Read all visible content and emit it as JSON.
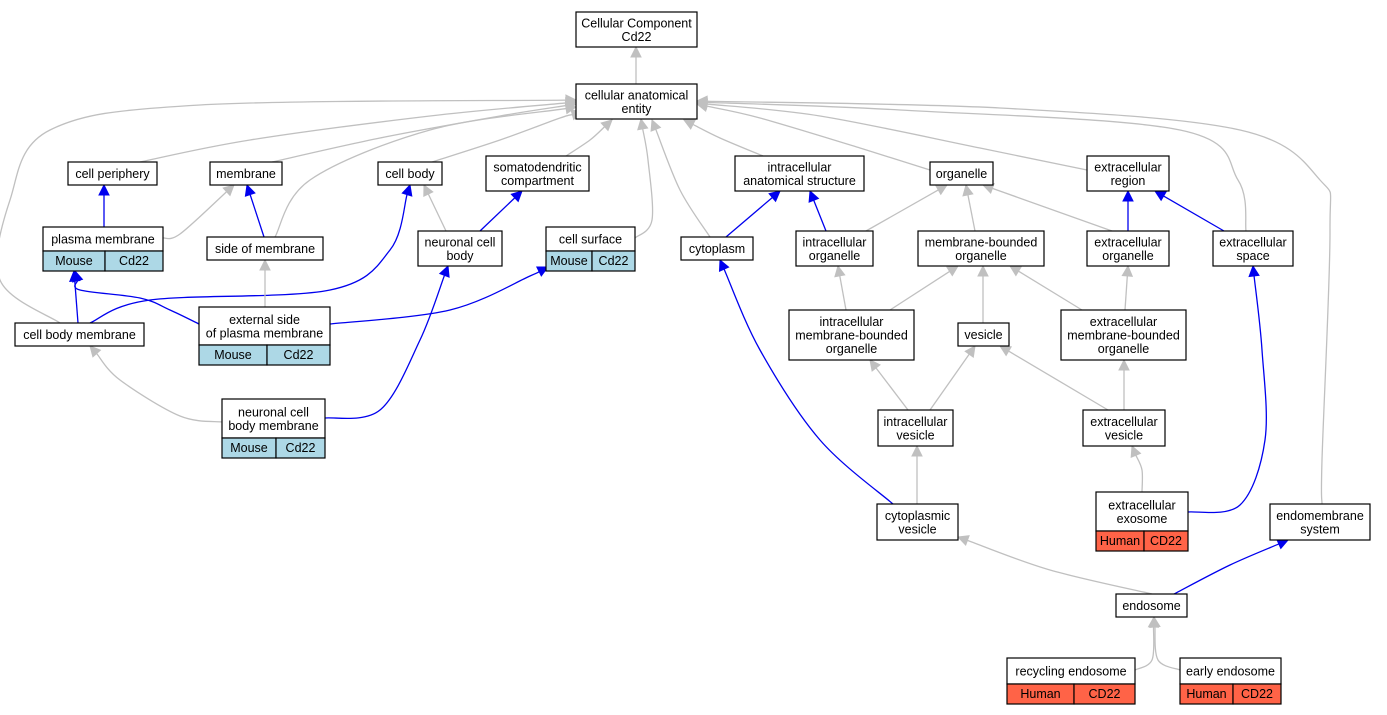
{
  "nodes": {
    "root": {
      "lines": [
        "Cellular Component",
        "Cd22"
      ]
    },
    "cae": {
      "lines": [
        "cellular anatomical",
        "entity"
      ]
    },
    "cell_periphery": {
      "lines": [
        "cell periphery"
      ]
    },
    "membrane": {
      "lines": [
        "membrane"
      ]
    },
    "cell_body": {
      "lines": [
        "cell body"
      ]
    },
    "somatodendritic": {
      "lines": [
        "somatodendritic",
        "compartment"
      ]
    },
    "ias": {
      "lines": [
        "intracellular",
        "anatomical structure"
      ]
    },
    "organelle": {
      "lines": [
        "organelle"
      ]
    },
    "ext_region": {
      "lines": [
        "extracellular",
        "region"
      ]
    },
    "plasma_membrane": {
      "lines": [
        "plasma membrane"
      ],
      "cells": [
        "Mouse",
        "Cd22"
      ]
    },
    "side_membrane": {
      "lines": [
        "side of membrane"
      ]
    },
    "neuronal_cell_body": {
      "lines": [
        "neuronal cell",
        "body"
      ]
    },
    "cell_surface": {
      "lines": [
        "cell surface"
      ],
      "cells": [
        "Mouse",
        "Cd22"
      ]
    },
    "cytoplasm": {
      "lines": [
        "cytoplasm"
      ]
    },
    "intra_organelle": {
      "lines": [
        "intracellular",
        "organelle"
      ]
    },
    "mb_organelle": {
      "lines": [
        "membrane-bounded",
        "organelle"
      ]
    },
    "ext_organelle": {
      "lines": [
        "extracellular",
        "organelle"
      ]
    },
    "ext_space": {
      "lines": [
        "extracellular",
        "space"
      ]
    },
    "cbm": {
      "lines": [
        "cell body membrane"
      ]
    },
    "ext_side_pm": {
      "lines": [
        "external side",
        "of plasma membrane"
      ],
      "cells": [
        "Mouse",
        "Cd22"
      ]
    },
    "intra_mbo": {
      "lines": [
        "intracellular",
        "membrane-bounded",
        "organelle"
      ]
    },
    "vesicle": {
      "lines": [
        "vesicle"
      ]
    },
    "ext_mbo": {
      "lines": [
        "extracellular",
        "membrane-bounded",
        "organelle"
      ]
    },
    "ncbm": {
      "lines": [
        "neuronal cell",
        "body membrane"
      ],
      "cells": [
        "Mouse",
        "Cd22"
      ]
    },
    "intra_vesicle": {
      "lines": [
        "intracellular",
        "vesicle"
      ]
    },
    "ext_vesicle": {
      "lines": [
        "extracellular",
        "vesicle"
      ]
    },
    "cyto_vesicle": {
      "lines": [
        "cytoplasmic",
        "vesicle"
      ]
    },
    "ext_exosome": {
      "lines": [
        "extracellular",
        "exosome"
      ],
      "cells": [
        "Human",
        "CD22"
      ]
    },
    "endomembrane": {
      "lines": [
        "endomembrane",
        "system"
      ]
    },
    "endosome": {
      "lines": [
        "endosome"
      ]
    },
    "recycling_endosome": {
      "lines": [
        "recycling endosome"
      ],
      "cells": [
        "Human",
        "CD22"
      ]
    },
    "early_endosome": {
      "lines": [
        "early endosome"
      ],
      "cells": [
        "Human",
        "CD22"
      ]
    }
  },
  "edges": [
    {
      "child": "cae",
      "parent": "root",
      "kind": "is_a"
    },
    {
      "child": "cell_periphery",
      "parent": "cae",
      "kind": "is_a"
    },
    {
      "child": "membrane",
      "parent": "cae",
      "kind": "is_a"
    },
    {
      "child": "cell_body",
      "parent": "cae",
      "kind": "is_a"
    },
    {
      "child": "somatodendritic",
      "parent": "cae",
      "kind": "is_a"
    },
    {
      "child": "ias",
      "parent": "cae",
      "kind": "is_a"
    },
    {
      "child": "organelle",
      "parent": "cae",
      "kind": "is_a"
    },
    {
      "child": "ext_region",
      "parent": "cae",
      "kind": "is_a"
    },
    {
      "child": "side_membrane",
      "parent": "cae",
      "kind": "is_a"
    },
    {
      "child": "cell_surface",
      "parent": "cae",
      "kind": "is_a"
    },
    {
      "child": "cytoplasm",
      "parent": "cae",
      "kind": "is_a"
    },
    {
      "child": "ext_space",
      "parent": "cae",
      "kind": "is_a"
    },
    {
      "child": "cbm",
      "parent": "cae",
      "kind": "is_a"
    },
    {
      "child": "endomembrane",
      "parent": "cae",
      "kind": "is_a"
    },
    {
      "child": "plasma_membrane",
      "parent": "cell_periphery",
      "kind": "part_of"
    },
    {
      "child": "plasma_membrane",
      "parent": "membrane",
      "kind": "is_a"
    },
    {
      "child": "side_membrane",
      "parent": "membrane",
      "kind": "part_of"
    },
    {
      "child": "neuronal_cell_body",
      "parent": "cell_body",
      "kind": "is_a"
    },
    {
      "child": "neuronal_cell_body",
      "parent": "somatodendritic",
      "kind": "part_of"
    },
    {
      "child": "cytoplasm",
      "parent": "ias",
      "kind": "part_of"
    },
    {
      "child": "intra_organelle",
      "parent": "ias",
      "kind": "part_of"
    },
    {
      "child": "intra_organelle",
      "parent": "organelle",
      "kind": "is_a"
    },
    {
      "child": "mb_organelle",
      "parent": "organelle",
      "kind": "is_a"
    },
    {
      "child": "ext_organelle",
      "parent": "organelle",
      "kind": "is_a"
    },
    {
      "child": "ext_organelle",
      "parent": "ext_region",
      "kind": "part_of"
    },
    {
      "child": "ext_space",
      "parent": "ext_region",
      "kind": "part_of"
    },
    {
      "child": "cbm",
      "parent": "plasma_membrane",
      "kind": "part_of"
    },
    {
      "child": "cbm",
      "parent": "cell_body",
      "kind": "part_of"
    },
    {
      "child": "ext_side_pm",
      "parent": "side_membrane",
      "kind": "is_a"
    },
    {
      "child": "ext_side_pm",
      "parent": "plasma_membrane",
      "kind": "part_of"
    },
    {
      "child": "ext_side_pm",
      "parent": "cell_surface",
      "kind": "part_of"
    },
    {
      "child": "intra_mbo",
      "parent": "intra_organelle",
      "kind": "is_a"
    },
    {
      "child": "intra_mbo",
      "parent": "mb_organelle",
      "kind": "is_a"
    },
    {
      "child": "vesicle",
      "parent": "mb_organelle",
      "kind": "is_a"
    },
    {
      "child": "ext_mbo",
      "parent": "mb_organelle",
      "kind": "is_a"
    },
    {
      "child": "ext_mbo",
      "parent": "ext_organelle",
      "kind": "is_a"
    },
    {
      "child": "ncbm",
      "parent": "cbm",
      "kind": "is_a"
    },
    {
      "child": "ncbm",
      "parent": "neuronal_cell_body",
      "kind": "part_of"
    },
    {
      "child": "intra_vesicle",
      "parent": "intra_mbo",
      "kind": "is_a"
    },
    {
      "child": "intra_vesicle",
      "parent": "vesicle",
      "kind": "is_a"
    },
    {
      "child": "ext_vesicle",
      "parent": "vesicle",
      "kind": "is_a"
    },
    {
      "child": "ext_vesicle",
      "parent": "ext_mbo",
      "kind": "is_a"
    },
    {
      "child": "cyto_vesicle",
      "parent": "intra_vesicle",
      "kind": "is_a"
    },
    {
      "child": "cyto_vesicle",
      "parent": "cytoplasm",
      "kind": "part_of"
    },
    {
      "child": "ext_exosome",
      "parent": "ext_vesicle",
      "kind": "is_a"
    },
    {
      "child": "ext_exosome",
      "parent": "ext_space",
      "kind": "part_of"
    },
    {
      "child": "endosome",
      "parent": "cyto_vesicle",
      "kind": "is_a"
    },
    {
      "child": "endosome",
      "parent": "endomembrane",
      "kind": "part_of"
    },
    {
      "child": "recycling_endosome",
      "parent": "endosome",
      "kind": "is_a"
    },
    {
      "child": "early_endosome",
      "parent": "endosome",
      "kind": "is_a"
    }
  ],
  "colors": {
    "is_a_edge": "#c0c0c0",
    "part_of_edge": "#0000ee",
    "mouse_cell": "#add8e6",
    "human_cell": "#ff6347"
  }
}
